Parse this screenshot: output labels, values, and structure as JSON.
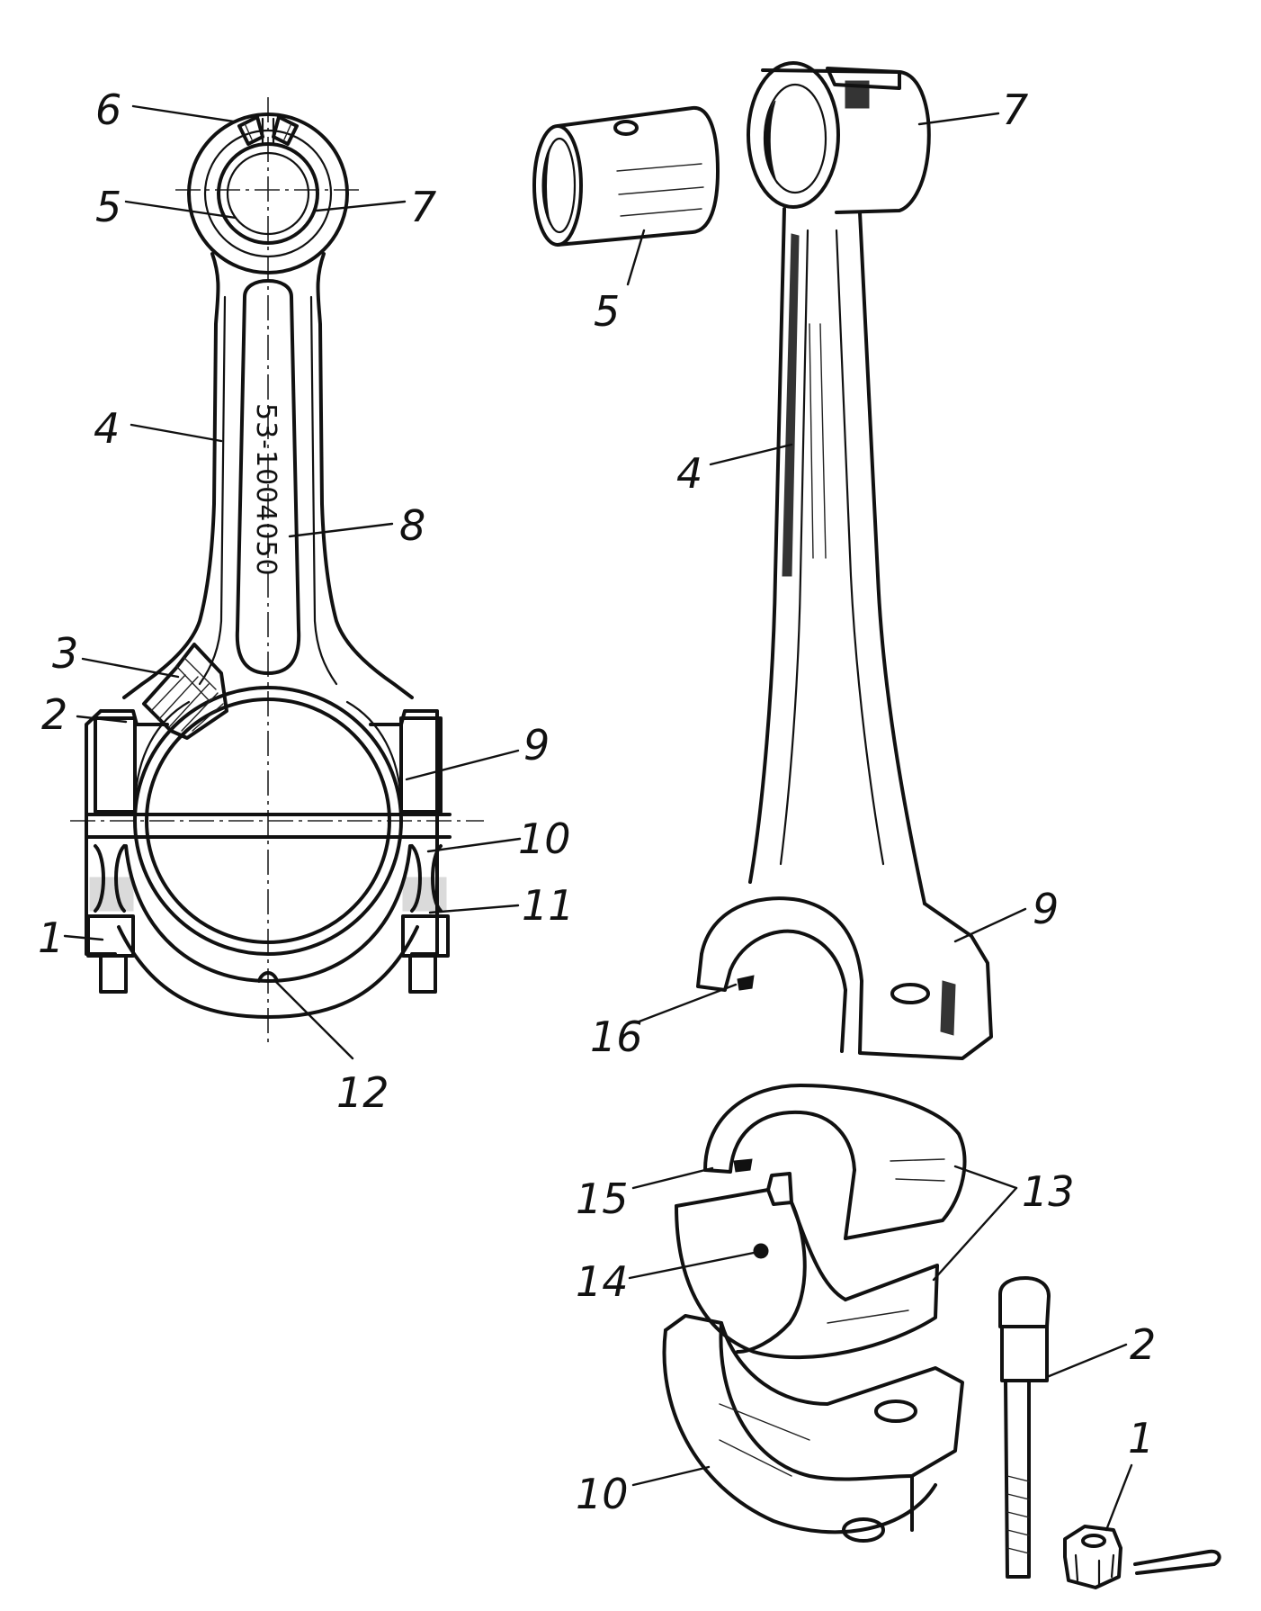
{
  "figure": {
    "part_marking": "53-1004050",
    "assembled_view": {
      "callouts": [
        "1",
        "2",
        "3",
        "4",
        "5",
        "6",
        "7",
        "8",
        "9",
        "10",
        "11",
        "12"
      ]
    },
    "exploded_view": {
      "callouts": [
        "1",
        "2",
        "4",
        "5",
        "7",
        "9",
        "10",
        "13",
        "14",
        "15",
        "16"
      ]
    }
  },
  "colors": {
    "ink": "#111111",
    "paper": "#ffffff"
  }
}
